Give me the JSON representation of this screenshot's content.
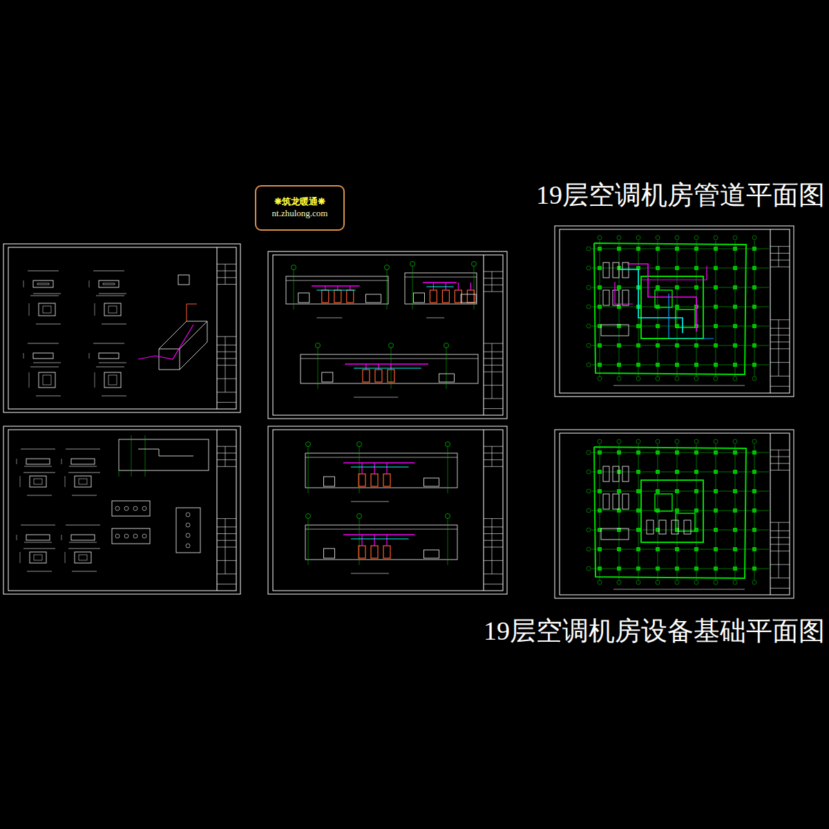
{
  "diagram": {
    "nodes": [
      {
        "text": [
          "❋筑龙暖通❋",
          "nt.zhulong.com"
        ]
      }
    ],
    "labels": [
      "19层空调机房管道平面图",
      "19层空调机房设备基础平面图"
    ]
  }
}
